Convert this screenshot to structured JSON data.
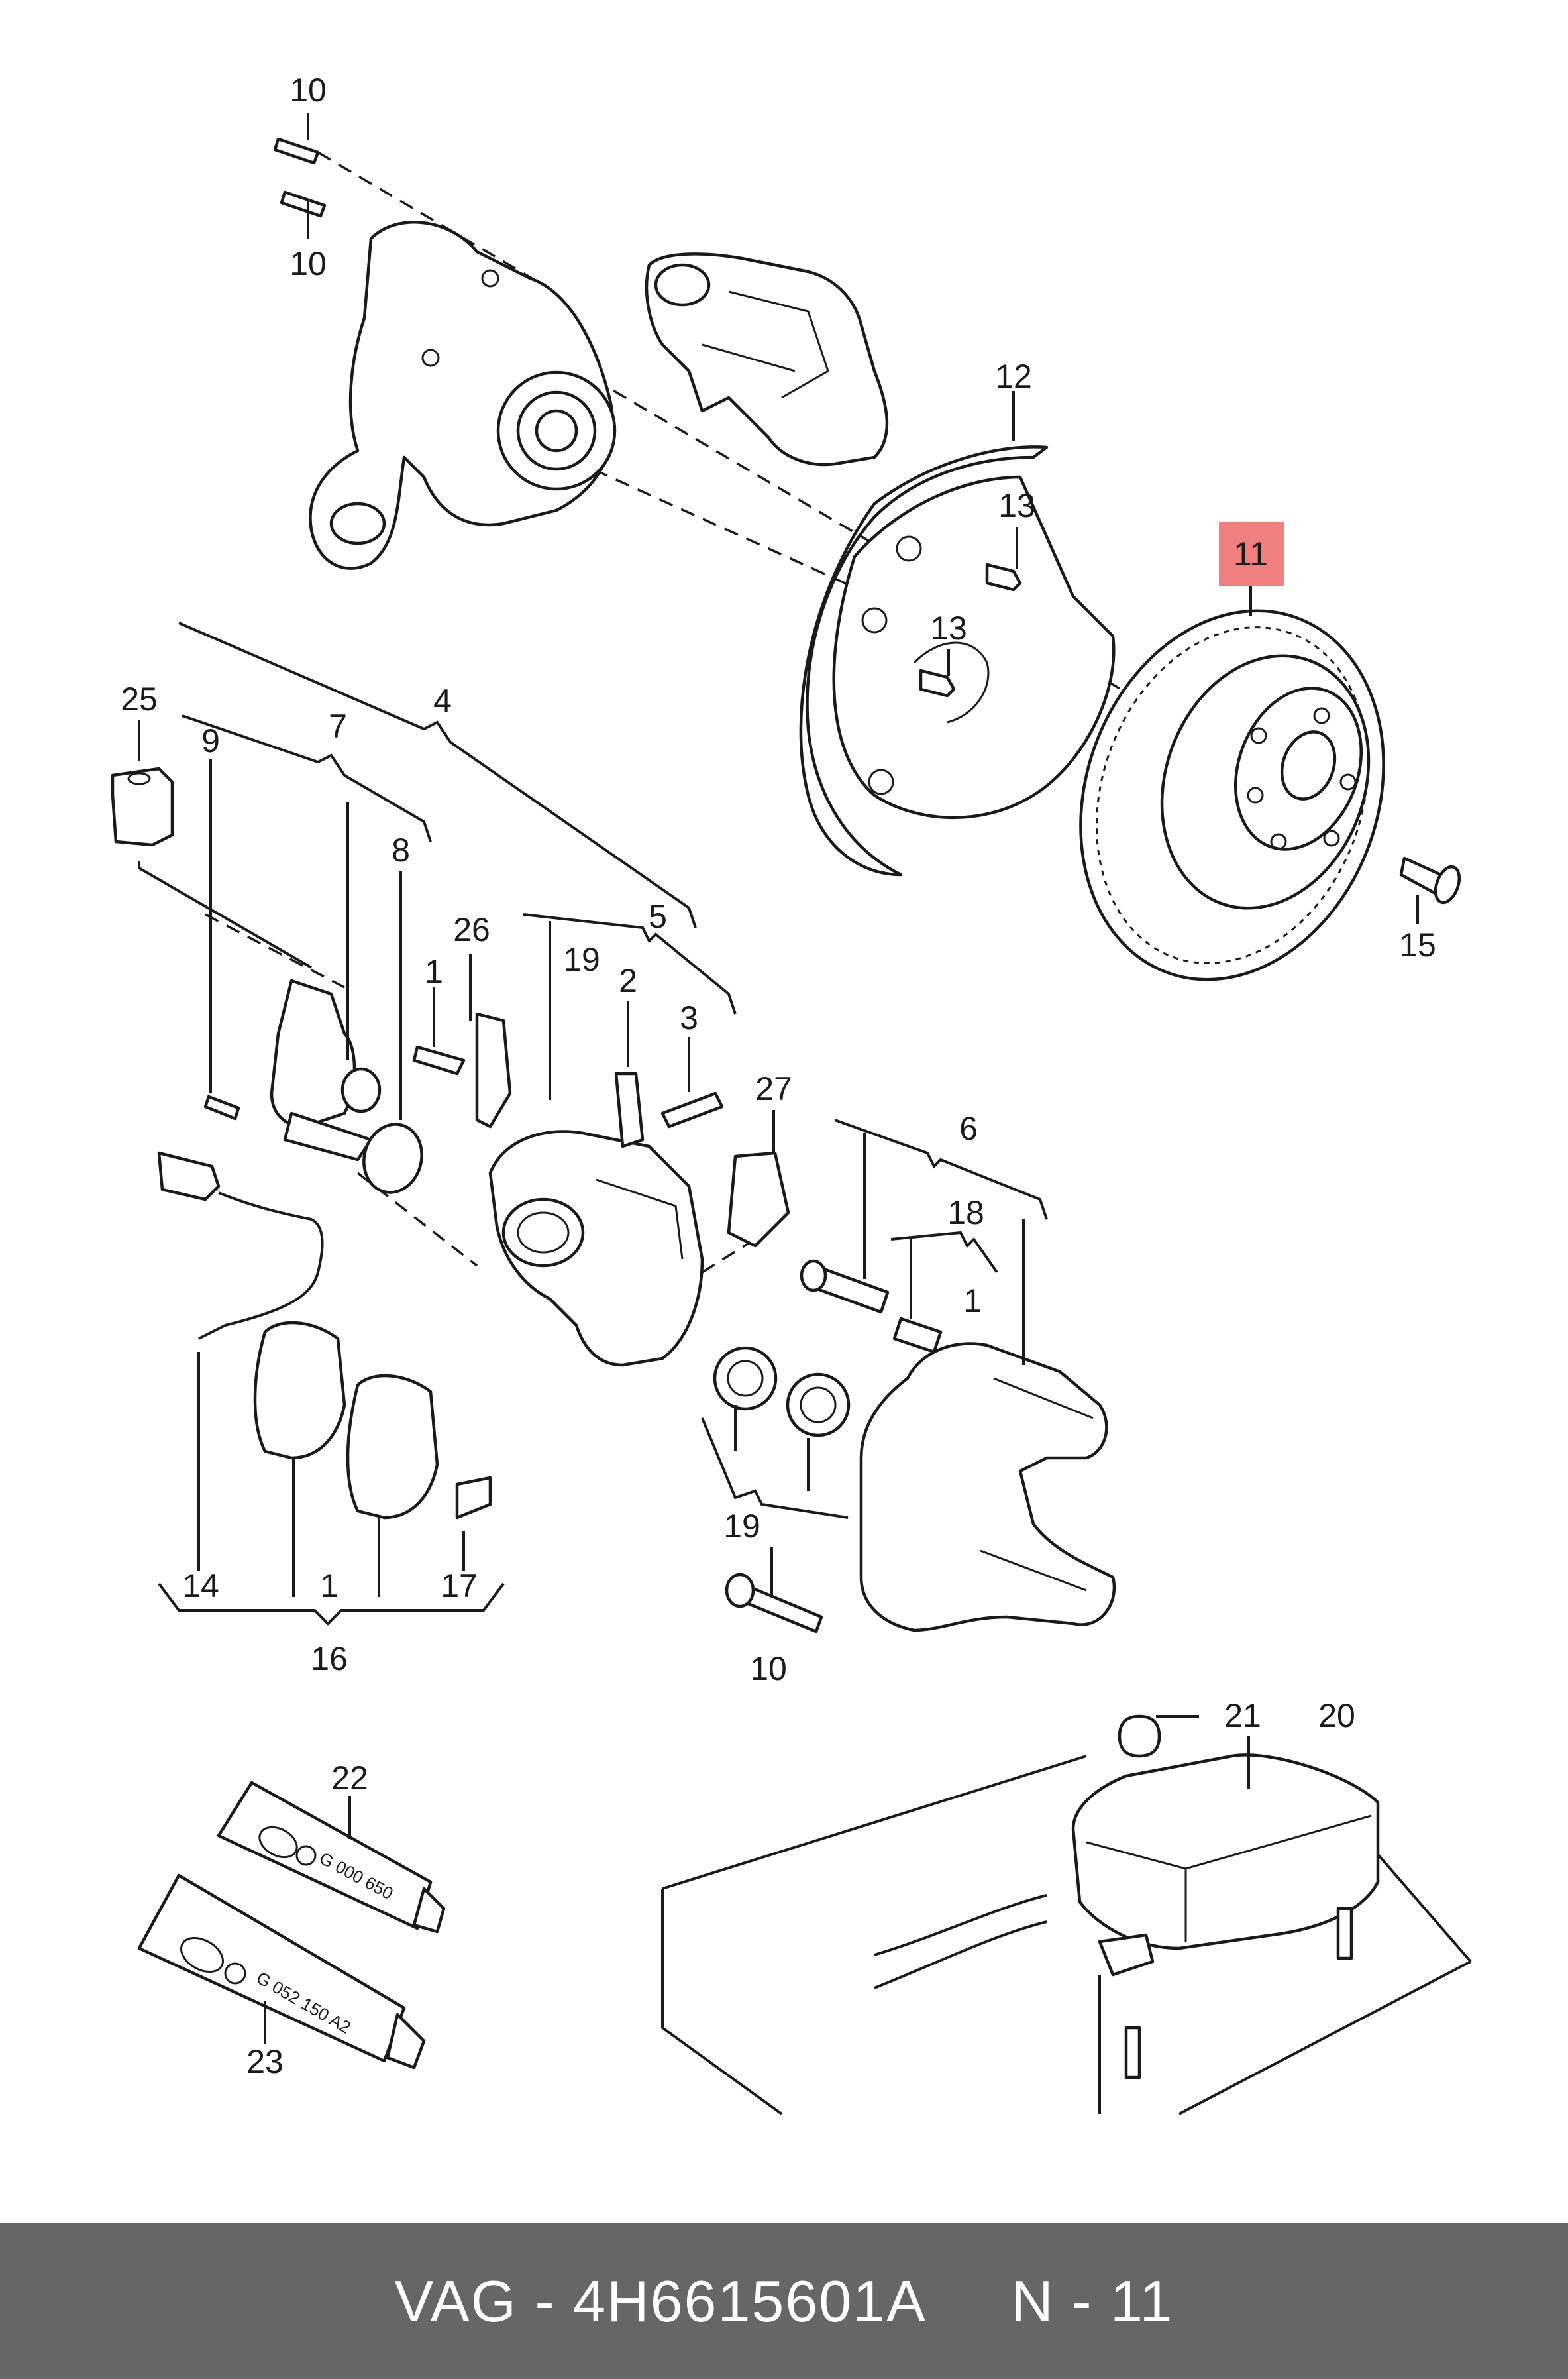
{
  "labels": {
    "p1": "1",
    "p2": "2",
    "p3": "3",
    "p4": "4",
    "p5": "5",
    "p6": "6",
    "p7": "7",
    "p8": "8",
    "p9": "9",
    "p10": "10",
    "p11": "11",
    "p12": "12",
    "p13": "13",
    "p14": "14",
    "p15": "15",
    "p16": "16",
    "p17": "17",
    "p18": "18",
    "p19": "19",
    "p20": "20",
    "p21": "21",
    "p22": "22",
    "p23": "23",
    "p25": "25",
    "p26": "26",
    "p27": "27"
  },
  "tubes": {
    "upper_print": "G 000 650",
    "lower_print": "G 052 150 A2"
  },
  "footer": {
    "brand": "VAG",
    "separator": " - ",
    "part_number": "4H6615601A",
    "position": "N - 11"
  },
  "colors": {
    "footer_bg": "#666666",
    "highlight": "#f08080",
    "line": "#1a1a1a"
  }
}
